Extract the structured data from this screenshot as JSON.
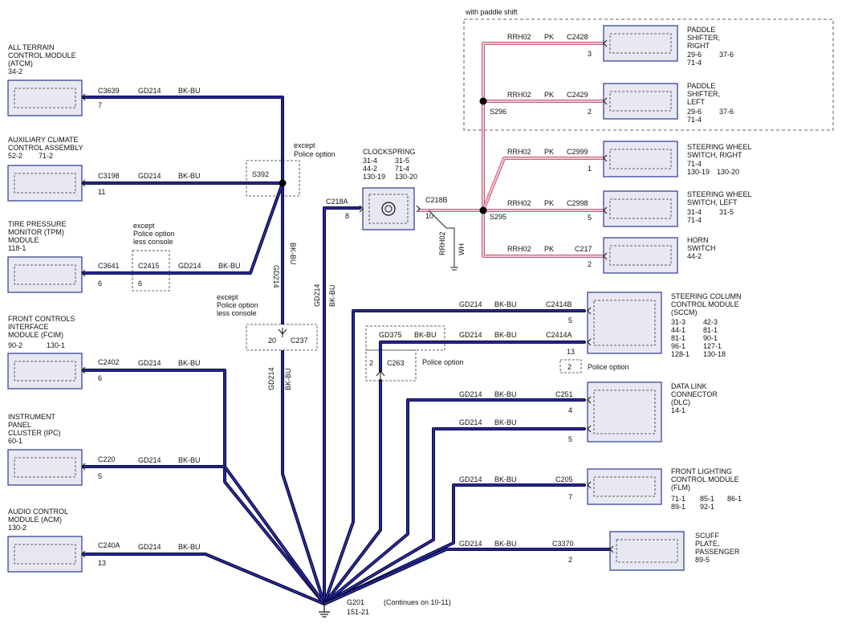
{
  "components": {
    "atcm": {
      "name": [
        "ALL TERRAIN",
        "CONTROL MODULE",
        "(ATCM)"
      ],
      "ref": "34-2",
      "connector": "C3639",
      "pin": "7"
    },
    "aca": {
      "name": [
        "AUXILIARY CLIMATE",
        "CONTROL ASSEMBLY"
      ],
      "ref": [
        "52-2",
        "71-2"
      ],
      "connector": "C3198",
      "pin": "11"
    },
    "tpm": {
      "name": [
        "TIRE PRESSURE",
        "MONITOR (TPM)",
        "MODULE"
      ],
      "ref": "118-1",
      "connector": "C3641",
      "pin": "6"
    },
    "fcim": {
      "name": [
        "FRONT CONTROLS",
        "INTERFACE",
        "MODULE (FCIM)"
      ],
      "ref": [
        "90-2",
        "130-1"
      ],
      "connector": "C2402",
      "pin": "6"
    },
    "ipc": {
      "name": [
        "INSTRUMENT",
        "PANEL",
        "CLUSTER (IPC)"
      ],
      "ref": "60-1",
      "connector": "C220",
      "pin": "5"
    },
    "acm": {
      "name": [
        "AUDIO CONTROL",
        "MODULE (ACM)"
      ],
      "ref": "130-2",
      "connector": "C240A",
      "pin": "13"
    },
    "paddle_right": {
      "name": [
        "PADDLE",
        "SHIFTER,",
        "RIGHT"
      ],
      "ref": [
        [
          "29-6",
          "37-6"
        ],
        [
          "71-4"
        ]
      ],
      "connector": "C2428",
      "pin": "3"
    },
    "paddle_left": {
      "name": [
        "PADDLE",
        "SHIFTER,",
        "LEFT"
      ],
      "ref": [
        [
          "29-6",
          "37-6"
        ],
        [
          "71-4"
        ]
      ],
      "connector": "C2429",
      "pin": "2"
    },
    "swc_right": {
      "name": [
        "STEERING WHEEL",
        "SWITCH, RIGHT"
      ],
      "ref": [
        [
          "71-4"
        ],
        [
          "130-19",
          "130-20"
        ]
      ],
      "connector": "C2999",
      "pin": "1"
    },
    "swc_left": {
      "name": [
        "STEERING WHEEL",
        "SWITCH, LEFT"
      ],
      "ref": [
        [
          "31-4",
          "31-5"
        ],
        [
          "71-4"
        ]
      ],
      "connector": "C2998",
      "pin": "5"
    },
    "horn": {
      "name": [
        "HORN",
        "SWITCH"
      ],
      "ref": "44-2",
      "connector": "C217",
      "pin": "2"
    },
    "sccm": {
      "name": [
        "STEERING COLUMN",
        "CONTROL MODULE",
        "(SCCM)"
      ],
      "ref": [
        [
          "31-3",
          "42-3"
        ],
        [
          "44-1",
          "81-1"
        ],
        [
          "81-1",
          "90-1"
        ],
        [
          "96-1",
          "127-1"
        ],
        [
          "128-1",
          "130-18"
        ]
      ],
      "connector_a": "C2414B",
      "pin_a": "5",
      "connector_b": "C2414A",
      "pin_b": "13"
    },
    "dlc": {
      "name": [
        "DATA LINK",
        "CONNECTOR",
        "(DLC)"
      ],
      "ref": "14-1",
      "connector": "C251",
      "pin_a": "4",
      "pin_b": "5"
    },
    "flm": {
      "name": [
        "FRONT LIGHTING",
        "CONTROL MODULE",
        "(FLM)"
      ],
      "ref": [
        [
          "71-1",
          "85-1",
          "86-1"
        ],
        [
          "89-1",
          "92-1"
        ]
      ],
      "connector": "C205",
      "pin": "7"
    },
    "scuff": {
      "name": [
        "SCUFF",
        "PLATE,",
        "PASSENGER"
      ],
      "ref": "89-5",
      "connector": "C3370",
      "pin": "2"
    }
  },
  "clockspring": {
    "name": "CLOCKSPRING",
    "ref": [
      [
        "31-4",
        "31-5"
      ],
      [
        "44-2",
        "71-4"
      ],
      [
        "130-19",
        "130-20"
      ]
    ],
    "conn_left": "C218A",
    "pin_left": "8",
    "conn_right": "C218B",
    "pin_right": "10"
  },
  "wires": {
    "gd214": "GD214",
    "bkbu": "BK-BU",
    "rrh02": "RRH02",
    "pk": "PK",
    "wh": "WH",
    "gd375": "GD375"
  },
  "splices": {
    "s392": "S392",
    "s296": "S296",
    "s295": "S295"
  },
  "inline": {
    "c2415": "C2415",
    "c2415_pin": "6",
    "c237": "C237",
    "c237_pin": "20",
    "c263": "C263",
    "c263_pin": "2",
    "sccm_police_pin": "2"
  },
  "notes": {
    "paddle_group": "with paddle shift",
    "except_police": [
      "except",
      "Police option"
    ],
    "except_police_less_console": [
      "except",
      "Police option",
      "less console"
    ],
    "police_option": "Police option"
  },
  "ground": {
    "id": "G201",
    "ref": "151-21",
    "note": "(Continues on 10-11)"
  }
}
